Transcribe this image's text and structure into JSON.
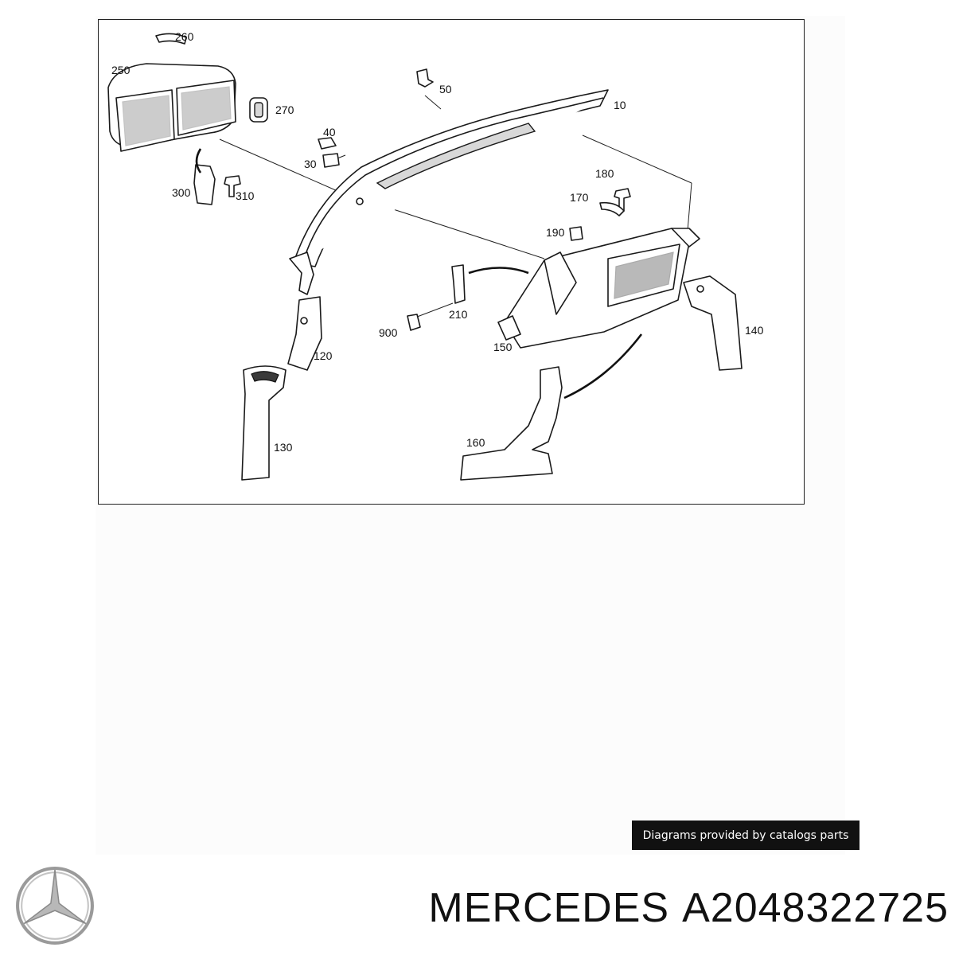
{
  "diagram": {
    "callouts": [
      "260",
      "250",
      "270",
      "50",
      "10",
      "40",
      "30",
      "300",
      "310",
      "180",
      "170",
      "190",
      "210",
      "900",
      "150",
      "140",
      "120",
      "130",
      "160"
    ]
  },
  "credit": "Diagrams provided by catalogs parts",
  "brand": {
    "name": "MERCEDES",
    "logo_icon": "mercedes-star-icon"
  },
  "part_number": "A2048322725",
  "colors": {
    "badge_bg": "#111111",
    "text": "#111111",
    "line": "#1a1a1a"
  }
}
